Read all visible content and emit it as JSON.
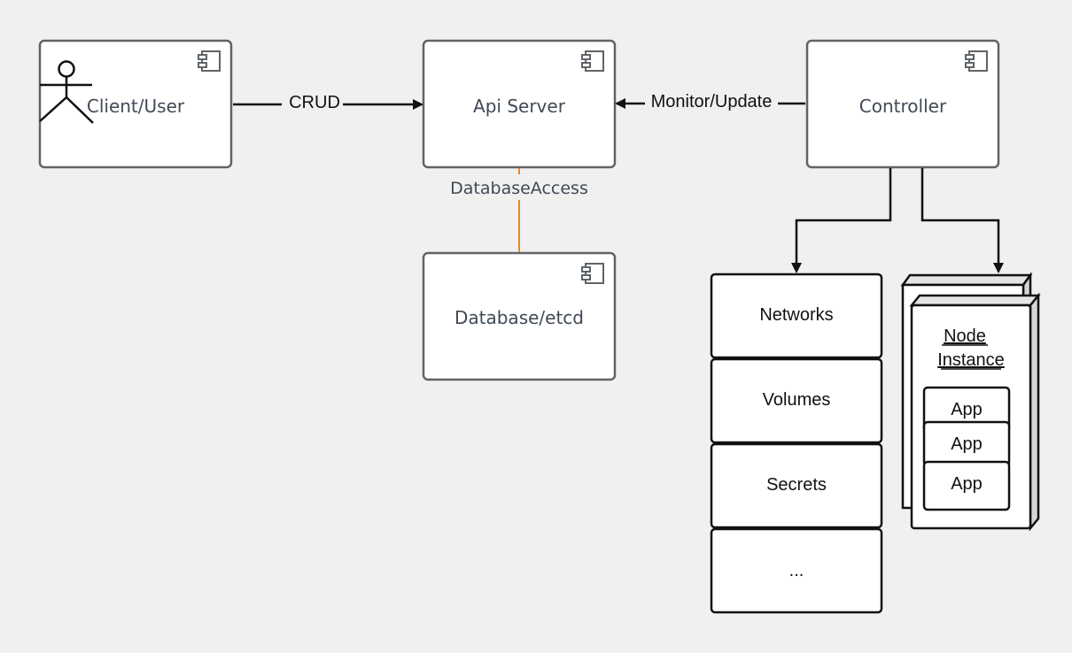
{
  "components": {
    "client": {
      "label": "Client/User",
      "icon": "actor-icon"
    },
    "api": {
      "label": "Api Server"
    },
    "controller": {
      "label": "Controller"
    },
    "database": {
      "label": "Database/etcd"
    }
  },
  "connectors": {
    "crud": "CRUD",
    "monitor": "Monitor/Update",
    "db_access": "DatabaseAccess"
  },
  "resources": [
    "Networks",
    "Volumes",
    "Secrets",
    "..."
  ],
  "node": {
    "title_line1": "Node",
    "title_line2": "Instance",
    "apps": [
      "App",
      "App",
      "App"
    ]
  },
  "colors": {
    "background": "#f0f0f0",
    "component_border": "#5f6468",
    "db_link": "#e08a2e",
    "text": "#3f4a56"
  }
}
